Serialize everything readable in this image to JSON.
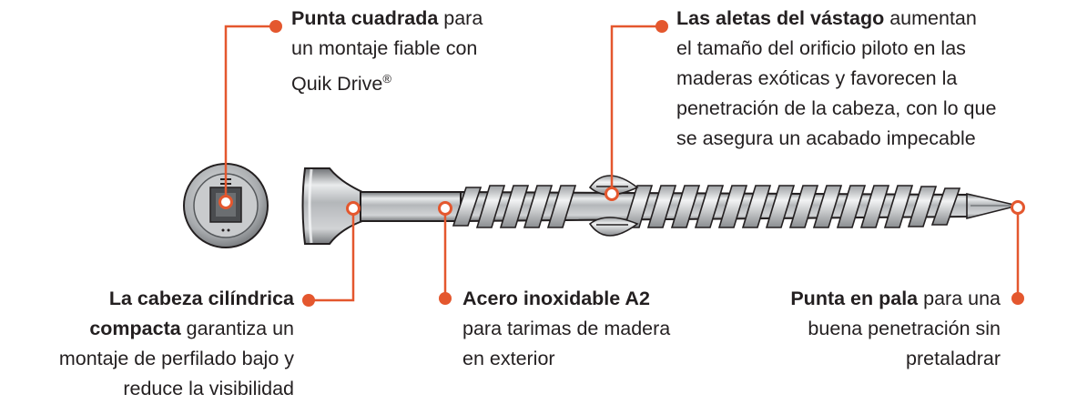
{
  "accent_color": "#e4572e",
  "callouts": {
    "square_drive": {
      "bold": "Punta cuadrada",
      "rest_1": " para",
      "line_2": "un montaje fiable con",
      "line_3": "Quik Drive",
      "reg": "®"
    },
    "shank_fins": {
      "bold": "Las aletas del vástago",
      "rest_1": " aumentan",
      "line_2": "el tamaño del orificio piloto en las",
      "line_3": "maderas exóticas y favorecen la",
      "line_4": "penetración de la cabeza, con lo que",
      "line_5": "se asegura un acabado impecable"
    },
    "compact_head": {
      "bold_1": "La cabeza cilíndrica",
      "bold_2": "compacta",
      "rest_2": " garantiza un",
      "line_3": "montaje de perfilado bajo y",
      "line_4": "reduce la visibilidad"
    },
    "stainless_steel": {
      "bold": "Acero inoxidable A2",
      "line_2": "para tarimas de madera",
      "line_3": "en exterior"
    },
    "spade_point": {
      "bold": "Punta en pala",
      "rest_1": " para una",
      "line_2": "buena penetración sin",
      "line_3": "pretaladrar"
    }
  }
}
